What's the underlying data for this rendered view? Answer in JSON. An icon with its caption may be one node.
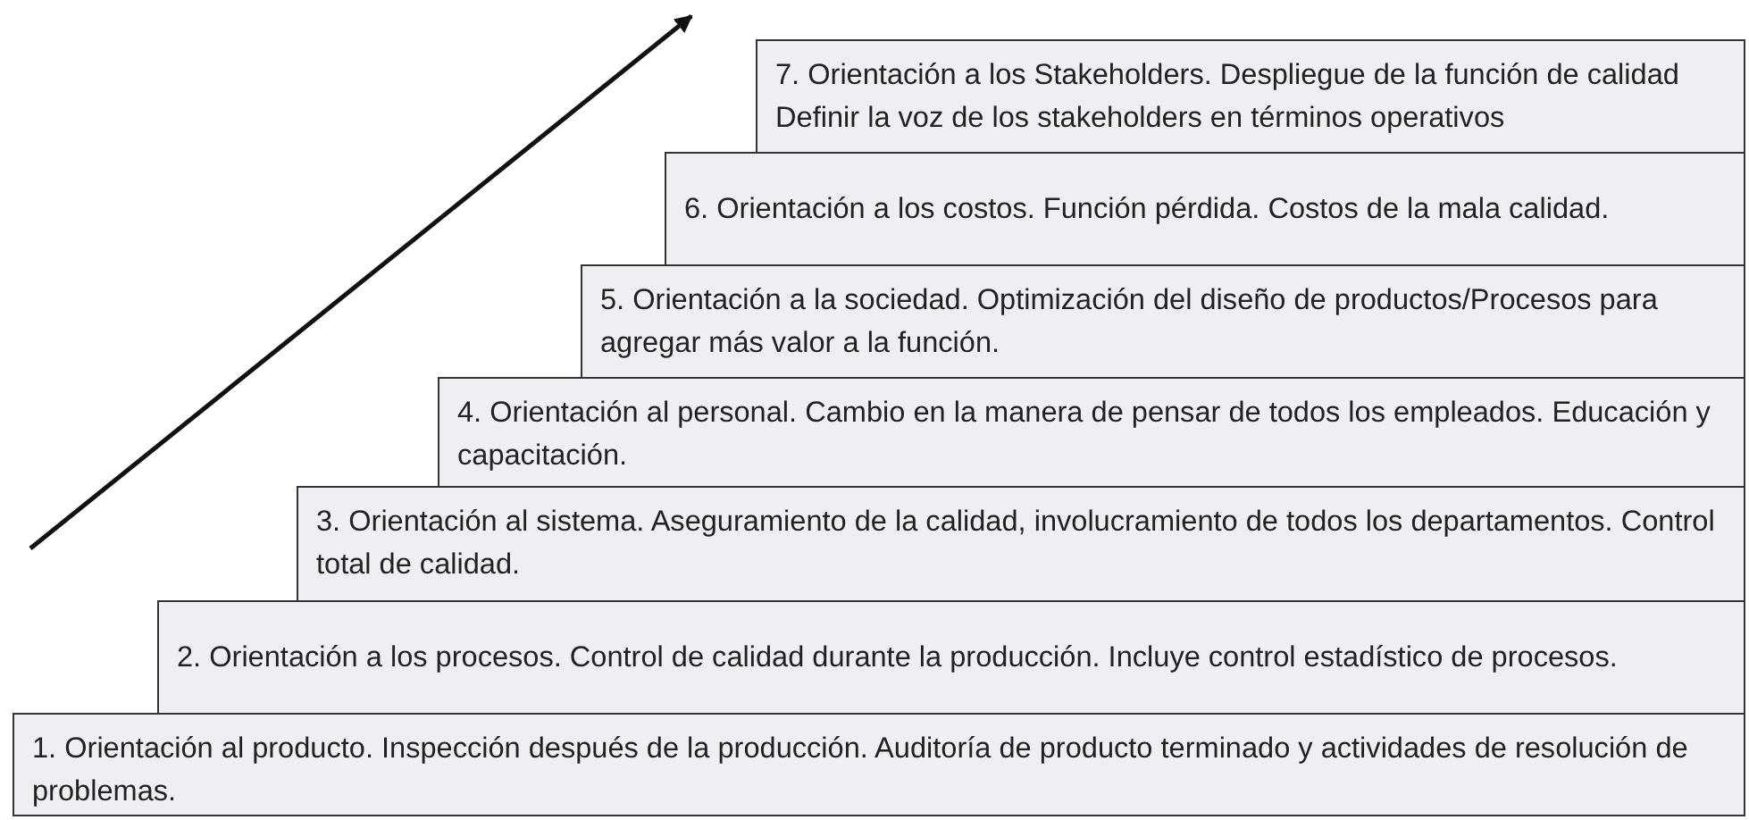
{
  "diagram": {
    "nodes": [
      {
        "text": [
          "1. Orientación al producto. Inspección después de la producción. Auditoría de producto terminado y actividades de resolución de problemas."
        ]
      },
      {
        "text": [
          "2. Orientación a los procesos. Control de calidad durante la producción. Incluye control estadístico de procesos."
        ]
      },
      {
        "text": [
          "3. Orientación al sistema. Aseguramiento de la calidad, involucramiento de todos los departamentos. Control total de calidad."
        ]
      },
      {
        "text": [
          "4. Orientación al personal. Cambio en la manera de pensar de todos los empleados. Educación y capacitación."
        ]
      },
      {
        "text": [
          "5. Orientación a la sociedad. Optimización del diseño de productos/Procesos para agregar más valor a la función."
        ]
      },
      {
        "text": [
          "6. Orientación a los costos. Función pérdida. Costos de la mala calidad."
        ]
      },
      {
        "text": [
          "7. Orientación a los Stakeholders. Despliegue de la función de calidad",
          "Definir la voz de los stakeholders en términos operativos"
        ]
      }
    ],
    "edges": []
  }
}
